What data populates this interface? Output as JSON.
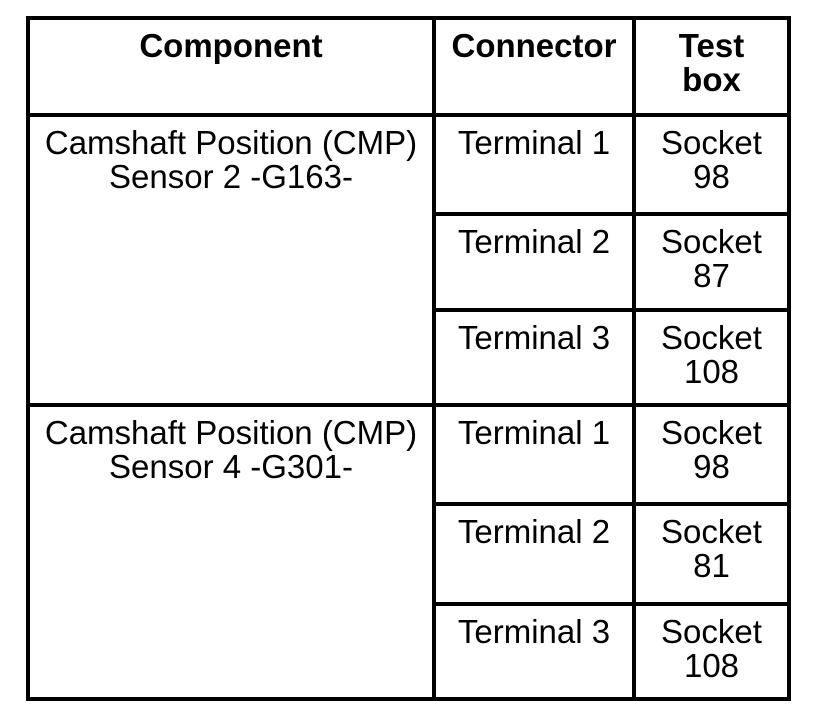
{
  "table": {
    "headers": [
      "Component",
      "Connector",
      "Test\nbox"
    ],
    "groups": [
      {
        "component": "Camshaft Position (CMP)\nSensor 2 -G163-",
        "rows": [
          {
            "connector": "Terminal 1",
            "test_box": "Socket\n98"
          },
          {
            "connector": "Terminal 2",
            "test_box": "Socket\n87"
          },
          {
            "connector": "Terminal 3",
            "test_box": "Socket\n108"
          }
        ]
      },
      {
        "component": "Camshaft Position (CMP)\nSensor 4 -G301-",
        "rows": [
          {
            "connector": "Terminal 1",
            "test_box": "Socket\n98"
          },
          {
            "connector": "Terminal 2",
            "test_box": "Socket\n81"
          },
          {
            "connector": "Terminal 3",
            "test_box": "Socket\n108"
          }
        ]
      }
    ],
    "colors": {
      "border": "#000000",
      "text": "#000000",
      "background": "#ffffff"
    }
  }
}
